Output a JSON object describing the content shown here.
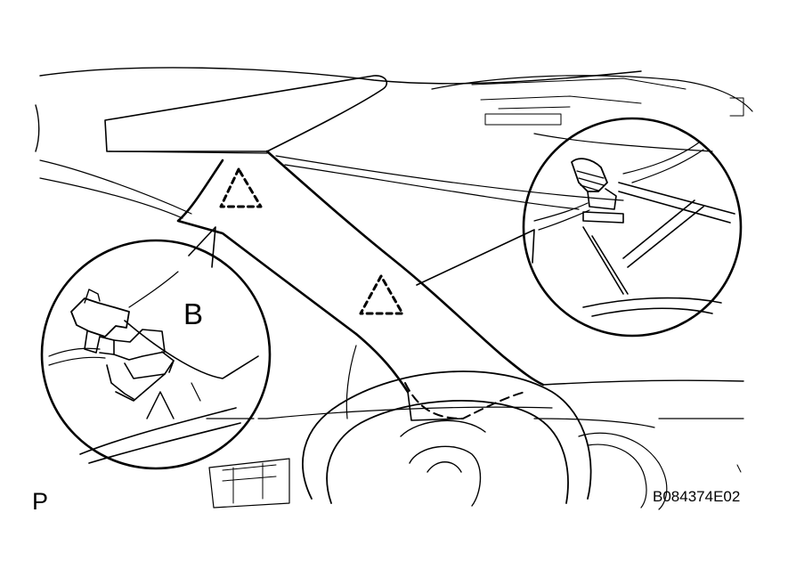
{
  "labels": {
    "callout": "B",
    "corner": "P",
    "figure_code": "B084374E02"
  },
  "colors": {
    "ink": "#000000",
    "background": "#ffffff"
  },
  "symbols": [
    "dashed-triangle-marker",
    "dashed-triangle-marker"
  ]
}
